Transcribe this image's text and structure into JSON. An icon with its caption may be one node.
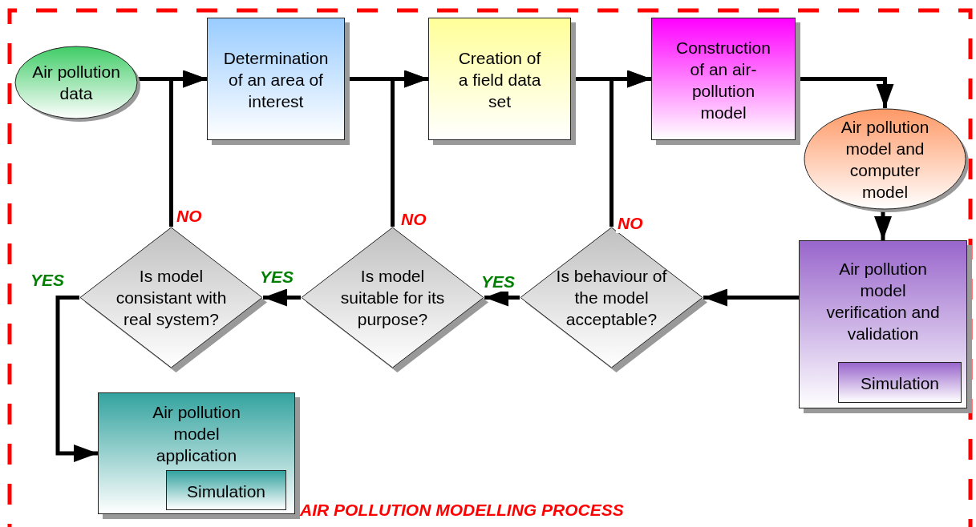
{
  "diagram": {
    "title": "AIR POLLUTION MODELLING PROCESS",
    "nodes": [
      {
        "text": [
          "Air pollution data"
        ]
      },
      {
        "text": [
          "Determination of an area of interest"
        ]
      },
      {
        "text": [
          "Creation of a field data set"
        ]
      },
      {
        "text": [
          "Construction of an air-pollution model"
        ]
      },
      {
        "text": [
          "Air pollution model and computer model"
        ]
      },
      {
        "text": [
          "Air pollution model verification and validation"
        ]
      },
      {
        "text": [
          "Simulation"
        ],
        "in": 5
      },
      {
        "text": [
          "Is behaviour of the model acceptable?"
        ]
      },
      {
        "text": [
          "Is model suitable for its purpose?"
        ]
      },
      {
        "text": [
          "Is model consistant with real system?"
        ]
      },
      {
        "text": [
          "Air pollution model application"
        ]
      },
      {
        "text": [
          "Simulation"
        ],
        "in": 10
      }
    ],
    "edges": [
      {
        "from": 0,
        "to": 1,
        "arrow": "to"
      },
      {
        "from": 1,
        "to": 2,
        "arrow": "to"
      },
      {
        "from": 2,
        "to": 3,
        "arrow": "to"
      },
      {
        "from": 3,
        "to": 4,
        "arrow": "to"
      },
      {
        "from": 4,
        "to": 5,
        "arrow": "to"
      },
      {
        "from": 5,
        "to": 7,
        "arrow": "to"
      },
      {
        "from": 7,
        "to": 8,
        "arrow": "to",
        "label": "YES"
      },
      {
        "from": 8,
        "to": 9,
        "arrow": "to",
        "label": "YES"
      },
      {
        "from": 9,
        "to": 10,
        "arrow": "to",
        "label": "YES"
      },
      {
        "from": 7,
        "to": 3,
        "arrow": "to",
        "label": "NO"
      },
      {
        "from": 8,
        "to": 2,
        "arrow": "to",
        "label": "NO"
      },
      {
        "from": 9,
        "to": 1,
        "arrow": "to",
        "label": "NO"
      }
    ]
  }
}
